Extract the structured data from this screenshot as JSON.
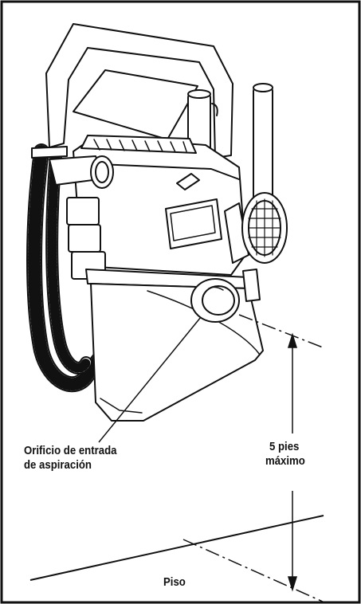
{
  "labels": {
    "inlet_line1": "Orificio de entrada",
    "inlet_line2": "de aspiración",
    "height_line1": "5 pies",
    "height_line2": "máximo",
    "floor": "Piso"
  },
  "colors": {
    "ink": "#111111",
    "paper": "#ffffff",
    "shade": "#e9e9e9"
  }
}
